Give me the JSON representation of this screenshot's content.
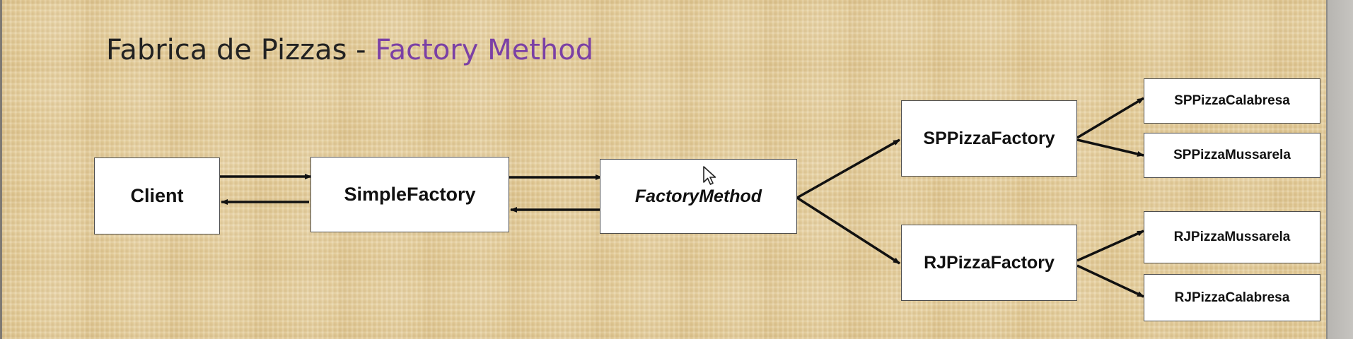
{
  "slide": {
    "title": {
      "main": "Fabrica de Pizzas - ",
      "accent": "Factory Method"
    },
    "colors": {
      "accent": "#7b40a5",
      "box_fill": "#ffffff",
      "box_border": "#4d4d4d",
      "arrow": "#111111",
      "background": "#e6cf9c"
    }
  },
  "diagram": {
    "nodes": {
      "client": "Client",
      "simple_factory": "SimpleFactory",
      "factory_method": "FactoryMethod",
      "sp_factory": "SPPizzaFactory",
      "rj_factory": "RJPizzaFactory",
      "sp_calabresa": "SPPizzaCalabresa",
      "sp_mussarela": "SPPizzaMussarela",
      "rj_mussarela": "RJPizzaMussarela",
      "rj_calabresa": "RJPizzaCalabresa"
    },
    "edges": [
      {
        "from": "client",
        "to": "simple_factory"
      },
      {
        "from": "simple_factory",
        "to": "client"
      },
      {
        "from": "simple_factory",
        "to": "factory_method"
      },
      {
        "from": "factory_method",
        "to": "simple_factory"
      },
      {
        "from": "factory_method",
        "to": "sp_factory"
      },
      {
        "from": "factory_method",
        "to": "rj_factory"
      },
      {
        "from": "sp_factory",
        "to": "sp_calabresa"
      },
      {
        "from": "sp_factory",
        "to": "sp_mussarela"
      },
      {
        "from": "rj_factory",
        "to": "rj_mussarela"
      },
      {
        "from": "rj_factory",
        "to": "rj_calabresa"
      }
    ]
  },
  "icons": {
    "cursor": "mouse-pointer-icon"
  }
}
